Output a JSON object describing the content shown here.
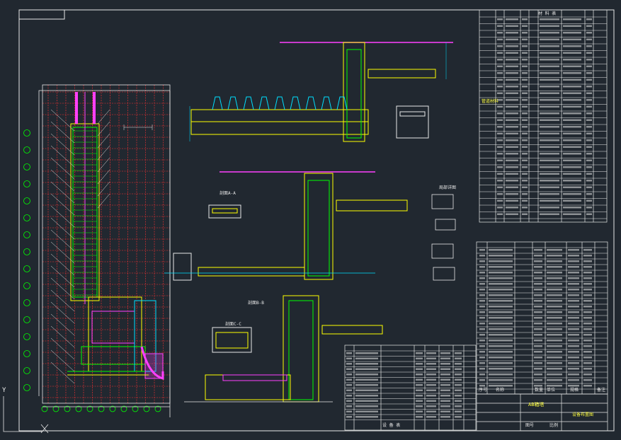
{
  "drawing": {
    "titleblock": {
      "name": "AB箱塔",
      "subtitle": "设备布置图",
      "label_a": "图号",
      "label_b": "比例"
    },
    "bom_right_title": "材 料 表",
    "bom_bottom_title": "设 备 表",
    "bom_header": [
      "序号",
      "名称",
      "数量",
      "单位",
      "规格",
      "备注"
    ],
    "axis_note": "Y",
    "side_label": "管道材料",
    "section_labels": [
      "剖面A-A",
      "剖面B-B",
      "剖面C-C",
      "局部详图"
    ],
    "colors": {
      "background": "#212830",
      "frame": "#e8e8e8",
      "grid": "#ff3030",
      "structure": "#ffff00",
      "pipe": "#00ff00",
      "equipment": "#00e0ff",
      "accent": "#ff00ff"
    }
  }
}
